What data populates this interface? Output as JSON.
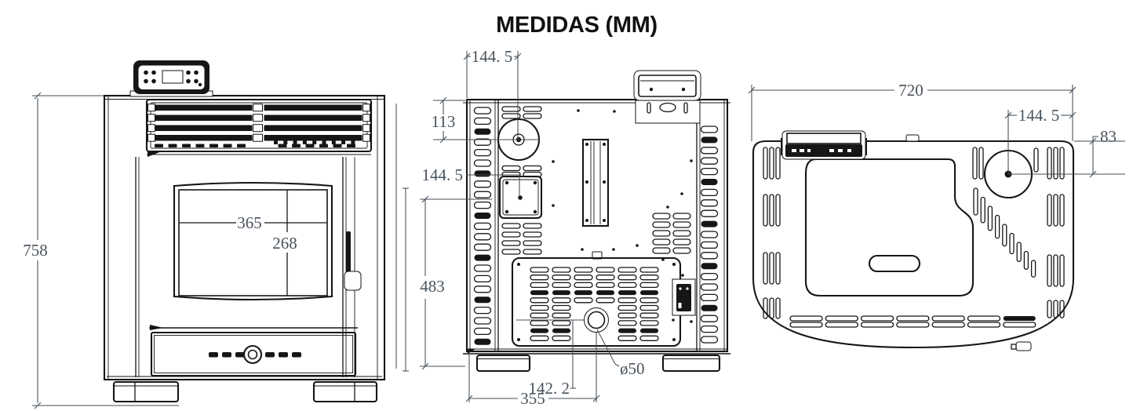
{
  "title": "MEDIDAS (MM)",
  "units": "mm",
  "views": {
    "front": {
      "dims": {
        "overall_height": "758",
        "glass_width": "365",
        "glass_height": "268"
      }
    },
    "back": {
      "dims": {
        "flue_from_left": "144. 5",
        "flue_from_top": "113",
        "inlet_from_left": "144. 5",
        "rear_height": "483",
        "port_from_left": "142. 2",
        "base_width": "355",
        "port_diameter": "ø50"
      }
    },
    "top": {
      "dims": {
        "overall_width": "720",
        "flue_from_right": "144. 5",
        "flue_from_back": "83"
      }
    }
  }
}
